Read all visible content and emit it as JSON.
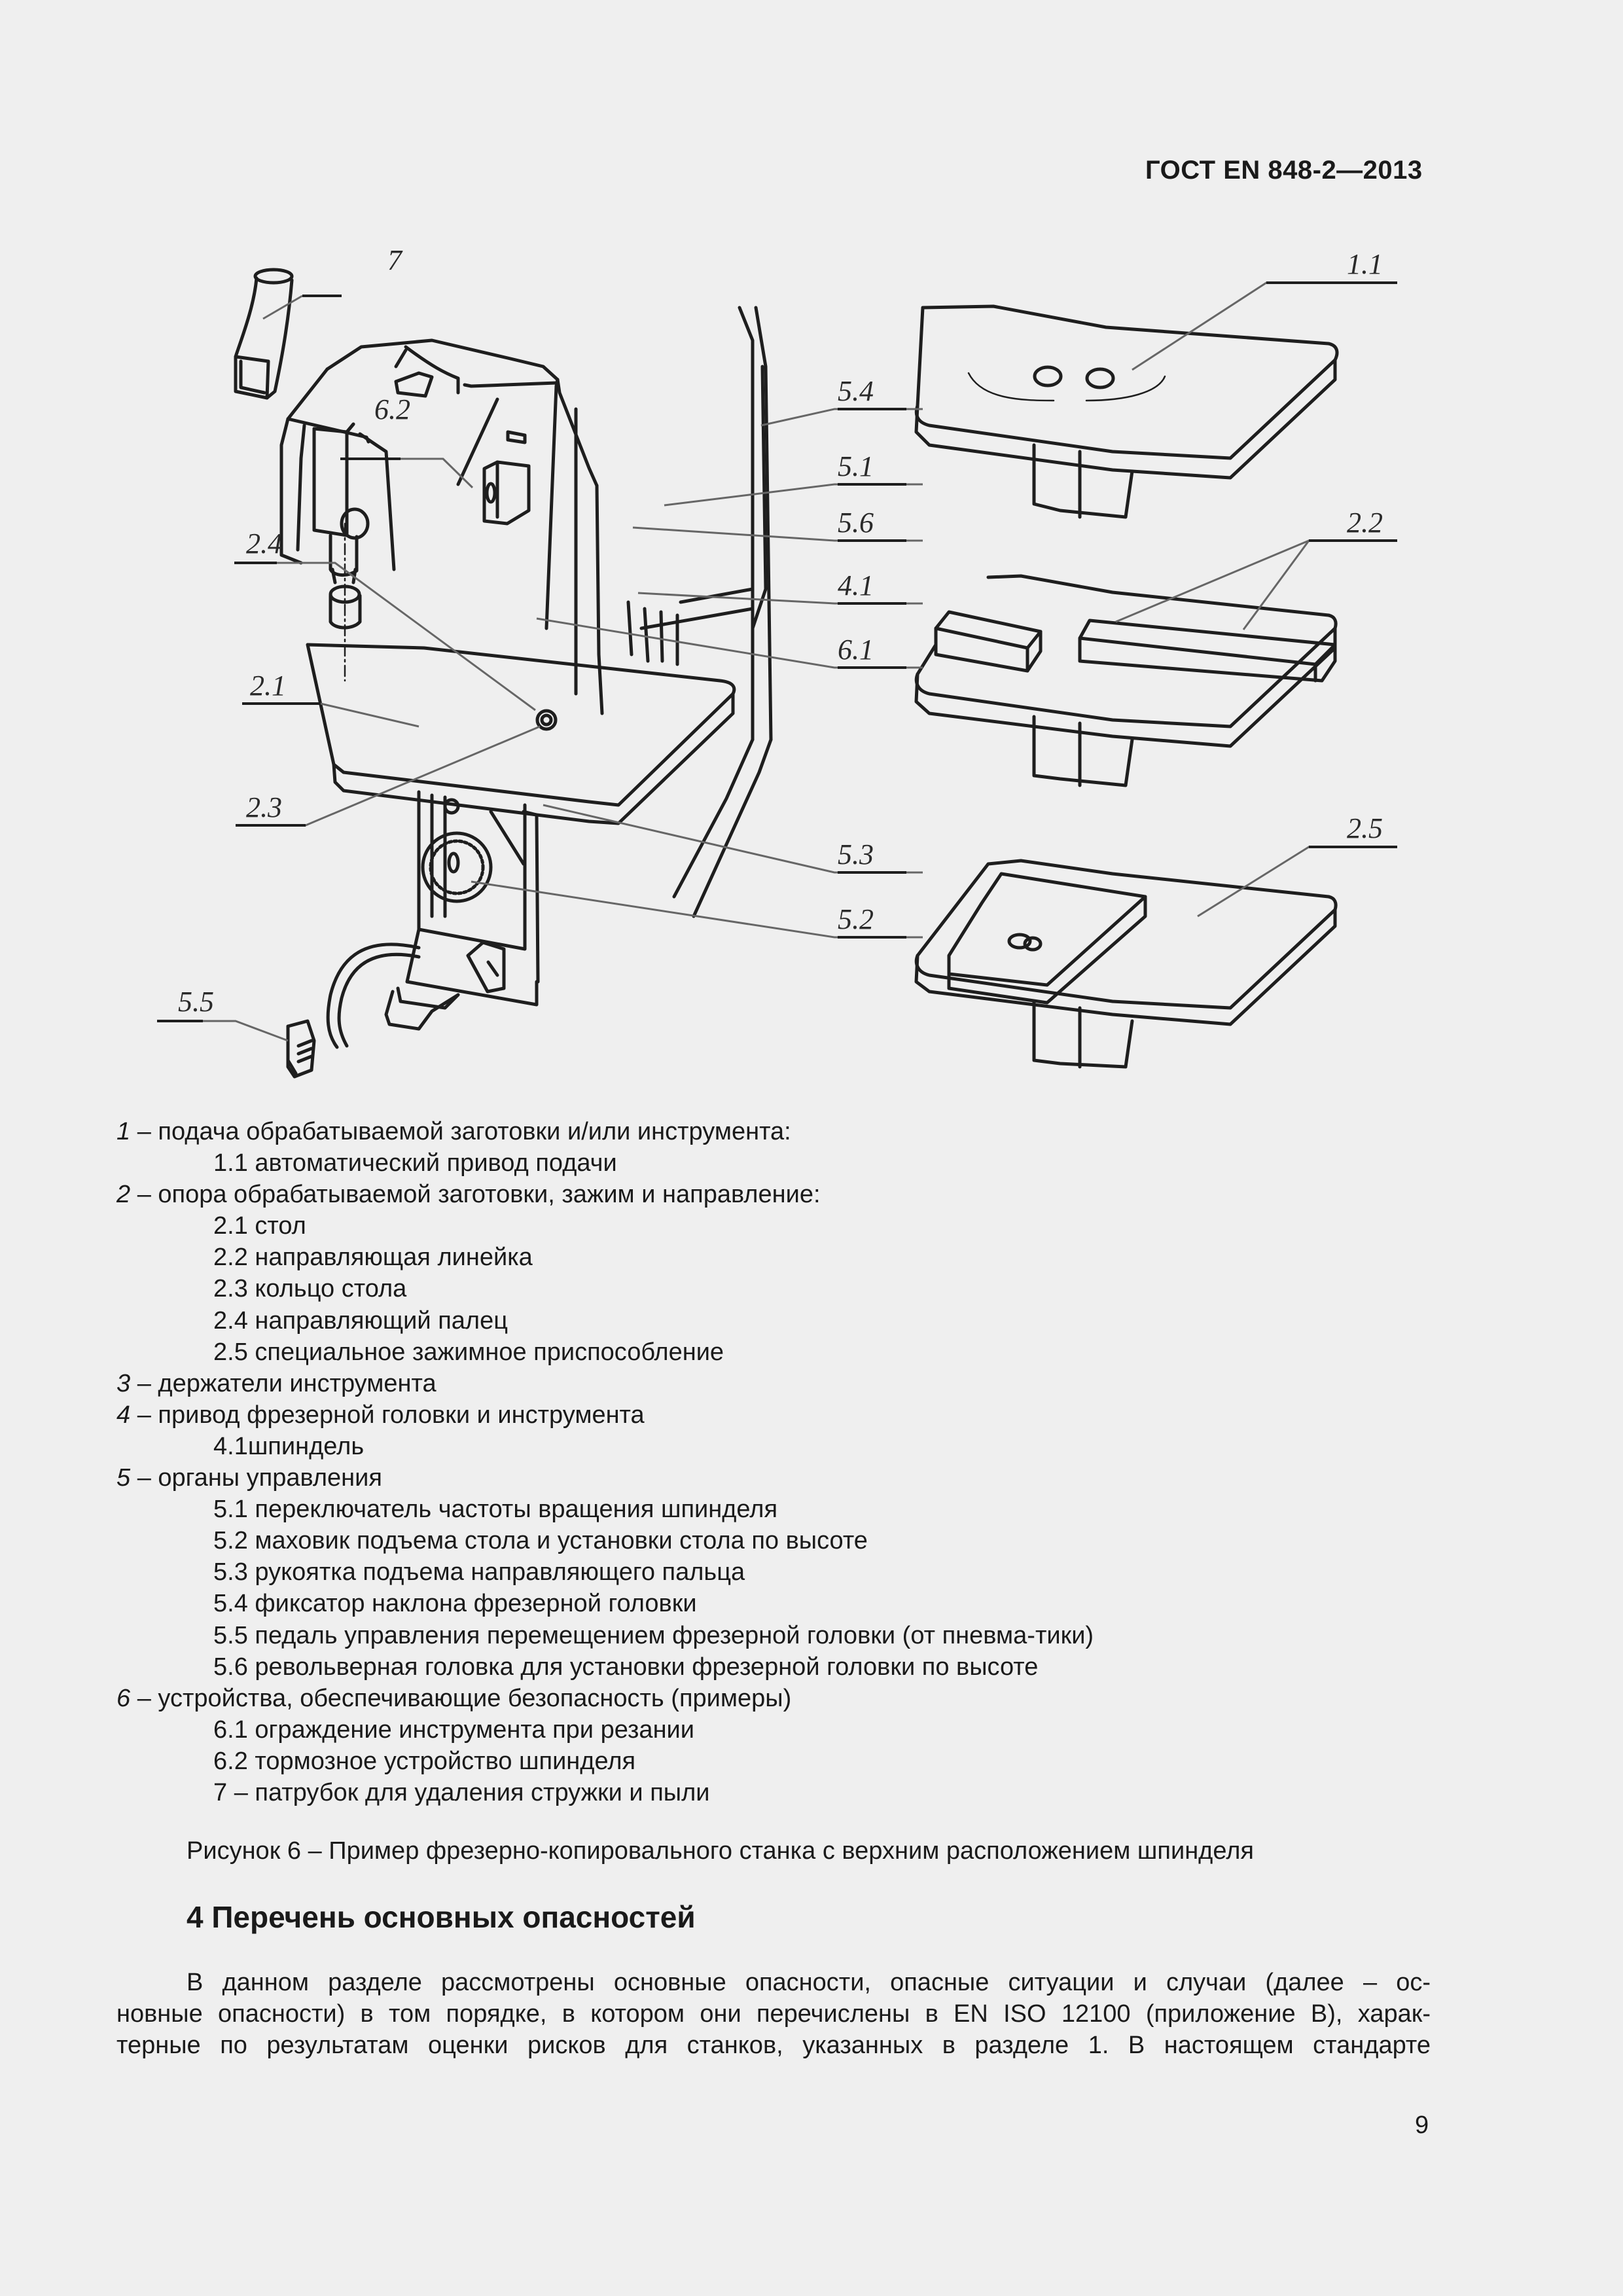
{
  "header": {
    "standard_code": "ГОСТ EN 848-2—2013"
  },
  "figure": {
    "callouts": {
      "c7": "7",
      "c1_1": "1.1",
      "c6_2": "6.2",
      "c5_4": "5.4",
      "c5_1": "5.1",
      "c5_6": "5.6",
      "c2_2": "2.2",
      "c2_4": "2.4",
      "c4_1": "4.1",
      "c6_1": "6.1",
      "c2_1": "2.1",
      "c2_3": "2.3",
      "c5_3": "5.3",
      "c2_5": "2.5",
      "c5_2": "5.2",
      "c5_5": "5.5"
    }
  },
  "legend": {
    "items": [
      {
        "num": "1",
        "sep": " – ",
        "text": "подача обрабатываемой заготовки и/или инструмента:",
        "level": 0
      },
      {
        "text": "1.1 автоматический привод подачи",
        "level": 1
      },
      {
        "num": "2",
        "sep": " – ",
        "text": "опора обрабатываемой заготовки, зажим и направление:",
        "level": 0
      },
      {
        "text": "2.1 стол",
        "level": 1
      },
      {
        "text": "2.2 направляющая линейка",
        "level": 1
      },
      {
        "text": "2.3 кольцо стола",
        "level": 1
      },
      {
        "text": "2.4 направляющий палец",
        "level": 1
      },
      {
        "text": "2.5 специальное зажимное приспособление",
        "level": 1
      },
      {
        "num": "3",
        "sep": " – ",
        "text": "держатели инструмента",
        "level": 0
      },
      {
        "num": "4",
        "sep": " – ",
        "text": "привод фрезерной головки и инструмента",
        "level": 0
      },
      {
        "text": "4.1шпиндель",
        "level": 1
      },
      {
        "num": "5",
        "sep": " – ",
        "text": "органы управления",
        "level": 0
      },
      {
        "text": "5.1 переключатель частоты вращения шпинделя",
        "level": 1
      },
      {
        "text": "5.2 маховик подъема стола и установки стола по высоте",
        "level": 1
      },
      {
        "text": "5.3 рукоятка подъема направляющего пальца",
        "level": 1
      },
      {
        "text": "5.4 фиксатор наклона фрезерной головки",
        "level": 1
      },
      {
        "text": "5.5 педаль управления перемещением фрезерной головки (от пневма-тики)",
        "level": 1
      },
      {
        "text": "5.6 револьверная головка для установки фрезерной головки по высоте",
        "level": 1
      },
      {
        "num": "6",
        "sep": " – ",
        "text": "устройства, обеспечивающие безопасность (примеры)",
        "level": 0
      },
      {
        "text": "6.1 ограждение инструмента при резании",
        "level": 1
      },
      {
        "text": "6.2 тормозное устройство шпинделя",
        "level": 1
      },
      {
        "text": "7 – патрубок для удаления стружки и пыли",
        "level": 1
      }
    ]
  },
  "caption": "Рисунок 6 – Пример фрезерно-копировального станка с верхним расположением шпинделя",
  "section": {
    "heading": "4 Перечень основных опасностей",
    "paragraph_lines": [
      "В данном разделе рассмотрены основные опасности, опасные ситуации и случаи (далее – ос-",
      "новные опасности) в том порядке, в котором они перечислены в EN ISO 12100 (приложение В), харак-",
      "терные по результатам оценки рисков для станков, указанных в разделе 1. В настоящем стандарте"
    ]
  },
  "page_number": "9"
}
